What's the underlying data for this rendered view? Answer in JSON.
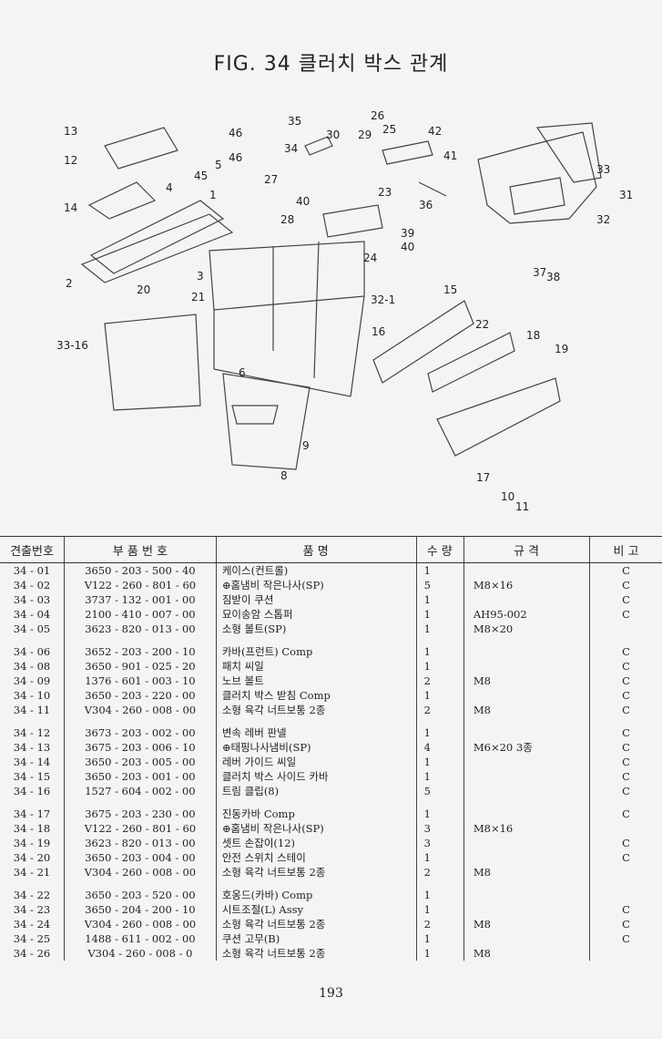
{
  "title": "FIG. 34 클러치 박스 관계",
  "callouts": [
    "13",
    "12",
    "14",
    "2",
    "4",
    "5",
    "45",
    "1",
    "3",
    "20",
    "21",
    "46",
    "46",
    "35",
    "34",
    "30",
    "29",
    "26",
    "25",
    "42",
    "41",
    "27",
    "40",
    "23",
    "36",
    "28",
    "39",
    "40",
    "24",
    "33",
    "31",
    "32",
    "37",
    "38",
    "32-1",
    "15",
    "33-16",
    "16",
    "22",
    "18",
    "19",
    "6",
    "9",
    "8",
    "17",
    "10",
    "11"
  ],
  "table": {
    "headers": [
      "견출번호",
      "부 품 번 호",
      "품 명",
      "수 량",
      "규 격",
      "비 고"
    ],
    "rows": [
      [
        "34 - 01",
        "3650 - 203 - 500 - 40",
        "케이스(컨트롤)",
        "1",
        "",
        "C"
      ],
      [
        "34 - 02",
        "V122 - 260 - 801 - 60",
        "⊕홈냄비 작은나사(SP)",
        "5",
        "M8×16",
        "C"
      ],
      [
        "34 - 03",
        "3737 - 132 - 001 - 00",
        "짐받이 쿠션",
        "1",
        "",
        "C"
      ],
      [
        "34 - 04",
        "2100 - 410 - 007 - 00",
        "묘이송암 스톱퍼",
        "1",
        "AH95-002",
        "C"
      ],
      [
        "34 - 05",
        "3623 - 820 - 013 - 00",
        "소형 볼트(SP)",
        "1",
        "M8×20",
        ""
      ],
      [
        "",
        "",
        "",
        "",
        "",
        ""
      ],
      [
        "34 - 06",
        "3652 - 203 - 200 - 10",
        "카바(프런트) Comp",
        "1",
        "",
        "C"
      ],
      [
        "34 - 08",
        "3650 - 901 - 025 - 20",
        "패치 씨일",
        "1",
        "",
        "C"
      ],
      [
        "34 - 09",
        "1376 - 601 - 003 - 10",
        "노브 볼트",
        "2",
        "M8",
        "C"
      ],
      [
        "34 - 10",
        "3650 - 203 - 220 - 00",
        "클러치 박스 받침 Comp",
        "1",
        "",
        "C"
      ],
      [
        "34 - 11",
        "V304 - 260 - 008 - 00",
        "소형 육각 너트보통 2종",
        "2",
        "M8",
        "C"
      ],
      [
        "",
        "",
        "",
        "",
        "",
        ""
      ],
      [
        "34 - 12",
        "3673 - 203 - 002 - 00",
        "변속 레버 판넬",
        "1",
        "",
        "C"
      ],
      [
        "34 - 13",
        "3675 - 203 - 006 - 10",
        "⊕태핑나사냄비(SP)",
        "4",
        "M6×20 3종",
        "C"
      ],
      [
        "34 - 14",
        "3650 - 203 - 005 - 00",
        "레버 가이드 씨일",
        "1",
        "",
        "C"
      ],
      [
        "34 - 15",
        "3650 - 203 - 001 - 00",
        "클러치 박스 사이드 카바",
        "1",
        "",
        "C"
      ],
      [
        "34 - 16",
        "1527 - 604 - 002 - 00",
        "트림 클립(8)",
        "5",
        "",
        "C"
      ],
      [
        "",
        "",
        "",
        "",
        "",
        ""
      ],
      [
        "34 - 17",
        "3675 - 203 - 230 - 00",
        "진동카바 Comp",
        "1",
        "",
        "C"
      ],
      [
        "34 - 18",
        "V122 - 260 - 801 - 60",
        "⊕홈냄비 작은나사(SP)",
        "3",
        "M8×16",
        ""
      ],
      [
        "34 - 19",
        "3623 - 820 - 013 - 00",
        "셋트 손잡이(12)",
        "3",
        "",
        "C"
      ],
      [
        "34 - 20",
        "3650 - 203 - 004 - 00",
        "안전 스위치 스테이",
        "1",
        "",
        "C"
      ],
      [
        "34 - 21",
        "V304 - 260 - 008 - 00",
        "소형 육각 너트보통 2종",
        "2",
        "M8",
        ""
      ],
      [
        "",
        "",
        "",
        "",
        "",
        ""
      ],
      [
        "34 - 22",
        "3650 - 203 - 520 - 00",
        "호옹드(카바) Comp",
        "1",
        "",
        ""
      ],
      [
        "34 - 23",
        "3650 - 204 - 200 - 10",
        "시트조절(L) Assy",
        "1",
        "",
        "C"
      ],
      [
        "34 - 24",
        "V304 - 260 - 008 - 00",
        "소형 육각 너트보통 2종",
        "2",
        "M8",
        "C"
      ],
      [
        "34 - 25",
        "1488 - 611 - 002 - 00",
        "쿠션 고무(B)",
        "1",
        "",
        "C"
      ],
      [
        "34 - 26",
        "V304 - 260 - 008 - 0",
        "소형 육각 너트보통 2종",
        "1",
        "M8",
        ""
      ]
    ]
  },
  "page_number": "193"
}
